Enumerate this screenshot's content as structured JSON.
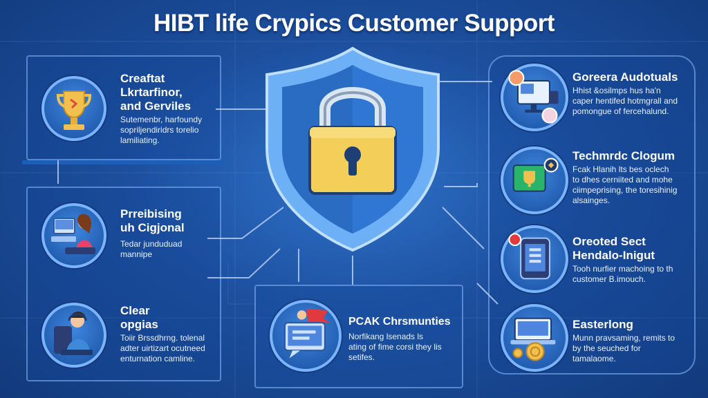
{
  "title": "HIBT life Crypics Customer Support",
  "left_cards": [
    {
      "heading": "Creaftat\nLkrtarfinor,\nand Gerviles",
      "desc": "Sutemenbr, harfoundy\nsopriljendiridrs torelio\nlamiliating.",
      "icon": "trophy-icon"
    },
    {
      "heading": "Prreibising\nuh Cigjonal",
      "desc": "Tedar junduduad\nmannipe",
      "icon": "person-at-computer-icon"
    },
    {
      "heading": "Clear\nopgias",
      "desc": "Toiir Brssdhrng. tolenal\nadter uirtizart ocutneed\nenturnation camline.",
      "icon": "support-agent-icon"
    }
  ],
  "center_card": {
    "heading": "PCAK Chrsmunties",
    "desc": "Norfikang lsenads ls\nating of fime corsi they lis\nsetifes.",
    "icon": "chat-monitor-icon"
  },
  "right_cards": [
    {
      "heading": "Goreera Audotuals",
      "desc": "Hhist &osilmps hus ha'n\ncaper hentifed hotmgrall and\npomongue of fercehalund.",
      "icon": "monitor-devices-icon"
    },
    {
      "heading": "Techmrdc Clogum",
      "desc": "Fcak Hlanih lts bes oclech\nto dhes cerniited and mohe\nciimpeprising, the toresihinig\nalsainges.",
      "icon": "trophy-screen-icon"
    },
    {
      "heading": "Oreoted Sect\nHendalo-Inigut",
      "desc": "Tooh nurfier machoing to th\ncustomer B.imouch.",
      "icon": "phone-device-icon"
    },
    {
      "heading": "Easterlong",
      "desc": "Munn pravsaming, remits to\nby the seuched for\ntamalaome.",
      "icon": "laptop-coins-icon"
    }
  ],
  "center_icon": "padlock-shield-icon",
  "colors": {
    "background": "#1c4f9e",
    "accent": "#7ab4ff",
    "lock": "#f3cf5a"
  }
}
